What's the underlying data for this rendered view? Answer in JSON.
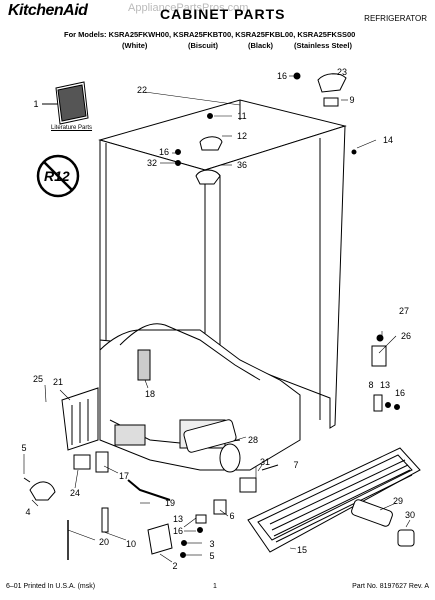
{
  "header": {
    "brand": "KitchenAid",
    "title": "CABINET PARTS",
    "category": "REFRIGERATOR",
    "models_line": "For Models: KSRA25FKWH00, KSRA25FKBT00, KSRA25FKBL00, KSRA25FKSS00",
    "variants": [
      "(White)",
      "(Biscuit)",
      "(Black)",
      "(Stainless Steel)"
    ],
    "watermark": "AppliancePartsPros.com"
  },
  "literature_label": "Literature Parts",
  "r12_symbol": "R12",
  "callouts": [
    "1",
    "22",
    "16",
    "23",
    "9",
    "11",
    "12",
    "16",
    "32",
    "36",
    "14",
    "27",
    "26",
    "8",
    "13",
    "16",
    "25",
    "21",
    "18",
    "28",
    "7",
    "31",
    "5",
    "17",
    "24",
    "19",
    "6",
    "4",
    "20",
    "10",
    "13",
    "16",
    "3",
    "2",
    "5",
    "29",
    "30",
    "15"
  ],
  "footer": {
    "left": "6–01 Printed In U.S.A. (msk)",
    "center": "1",
    "right": "Part No. 8197627 Rev. A"
  }
}
